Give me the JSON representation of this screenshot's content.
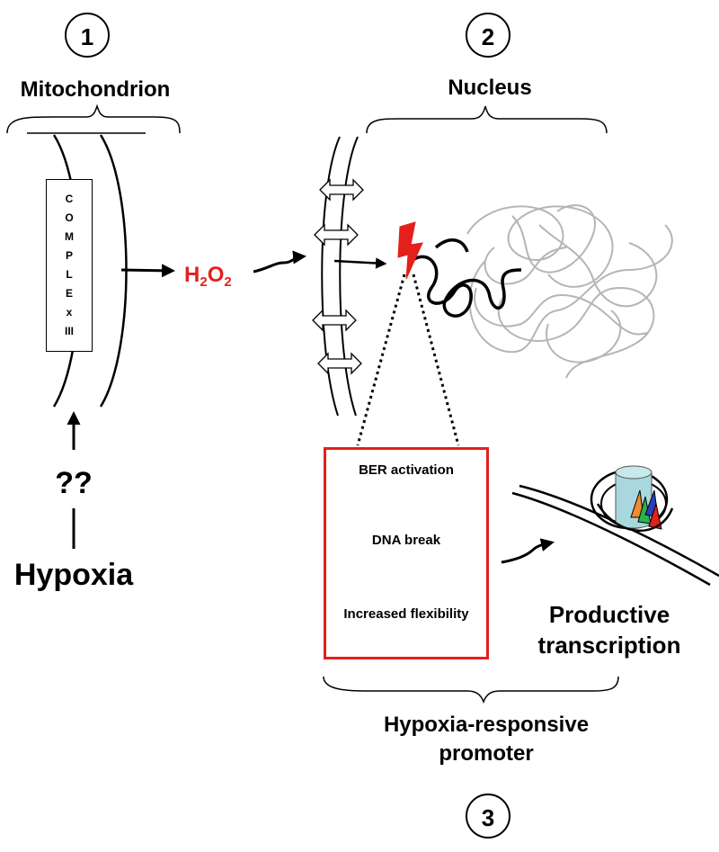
{
  "steps": {
    "step1": {
      "number": "1",
      "label": "Mitochondrion"
    },
    "step2": {
      "number": "2",
      "label": "Nucleus"
    },
    "step3": {
      "number": "3",
      "label": "Hypoxia-responsive promoter"
    }
  },
  "mitochondrion": {
    "complex_letters": [
      "C",
      "O",
      "M",
      "P",
      "L",
      "E",
      "x",
      "III"
    ]
  },
  "signal": {
    "molecule_text": "H",
    "molecule_sub1": "2",
    "molecule_mid": "O",
    "molecule_sub2": "2",
    "color": "#e3201b"
  },
  "trigger": {
    "unknown_mediator": "??",
    "stimulus": "Hypoxia"
  },
  "ber_box": {
    "border_color": "#e3201b",
    "steps": [
      "BER activation",
      "DNA break",
      "Increased flexibility"
    ]
  },
  "outcome": {
    "label_line1": "Productive",
    "label_line2": "transcription"
  },
  "promoter_label": {
    "line1": "Hypoxia-responsive",
    "line2": "promoter"
  },
  "colors": {
    "accent_red": "#e3201b",
    "chromatin_gray": "#b5b5b5",
    "nucleosome_cyan": "#a8d8de",
    "histone_orange": "#f28b30",
    "histone_green": "#2bb24c",
    "histone_blue": "#2a3fbf",
    "histone_red": "#e3201b"
  }
}
